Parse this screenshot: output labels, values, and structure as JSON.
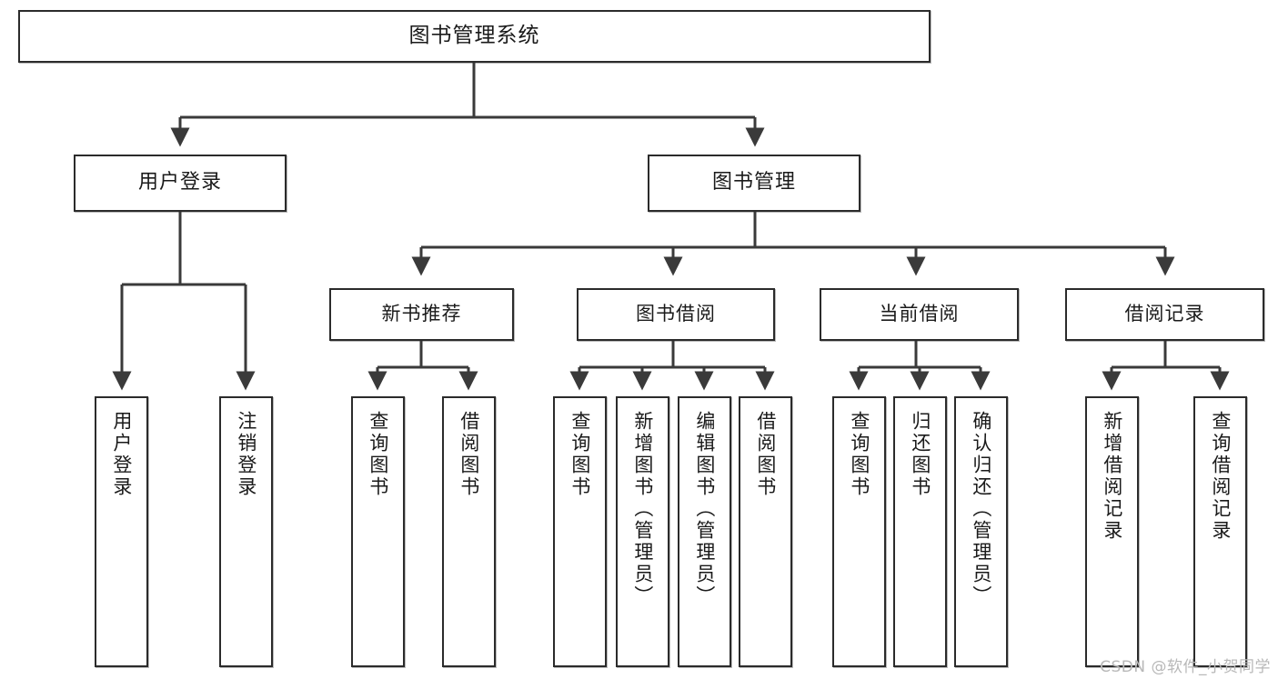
{
  "diagram": {
    "title": "图书管理系统",
    "type": "tree-hierarchy-diagram",
    "colors": {
      "box_border": "#2b2b2b",
      "box_fill": "#ffffff",
      "connector": "#3a3a3a",
      "text": "#1a1a1a",
      "watermark": "#b8b8b8"
    },
    "watermark": "CSDN @软件_小贺同学",
    "nodes": {
      "root": {
        "label": "图书管理系统"
      },
      "level2": [
        {
          "label": "用户登录"
        },
        {
          "label": "图书管理"
        }
      ],
      "level3": [
        {
          "label": "新书推荐"
        },
        {
          "label": "图书借阅"
        },
        {
          "label": "当前借阅"
        },
        {
          "label": "借阅记录"
        }
      ],
      "leaves": [
        {
          "label": "用户登录"
        },
        {
          "label": "注销登录"
        },
        {
          "label": "查询图书"
        },
        {
          "label": "借阅图书"
        },
        {
          "label": "查询图书"
        },
        {
          "label": "新增图书（管理员）"
        },
        {
          "label": "编辑图书（管理员）"
        },
        {
          "label": "借阅图书"
        },
        {
          "label": "查询图书"
        },
        {
          "label": "归还图书"
        },
        {
          "label": "确认归还（管理员）"
        },
        {
          "label": "新增借阅记录"
        },
        {
          "label": "查询借阅记录"
        }
      ]
    }
  }
}
